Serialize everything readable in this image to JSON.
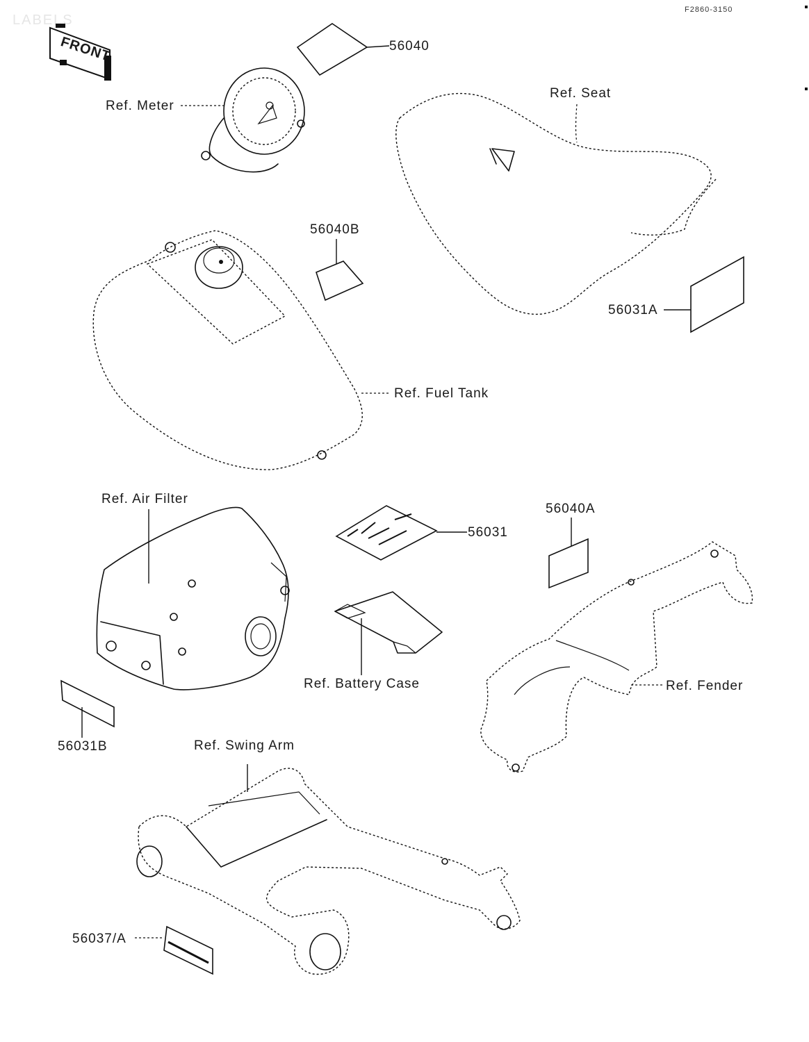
{
  "header": {
    "section_title": "LABELS",
    "drawing_code": "F2860-3150"
  },
  "front_marker": {
    "text": "FRONT"
  },
  "callouts": {
    "part_56040": "56040",
    "ref_meter": "Ref. Meter",
    "ref_seat": "Ref. Seat",
    "part_56040b": "56040B",
    "part_56031a": "56031A",
    "ref_fuel_tank": "Ref. Fuel Tank",
    "ref_air_filter": "Ref. Air Filter",
    "part_56031": "56031",
    "part_56040a": "56040A",
    "ref_battery_case": "Ref. Battery Case",
    "ref_fender": "Ref. Fender",
    "part_56031b": "56031B",
    "ref_swing_arm": "Ref. Swing Arm",
    "part_56037a": "56037/A"
  }
}
